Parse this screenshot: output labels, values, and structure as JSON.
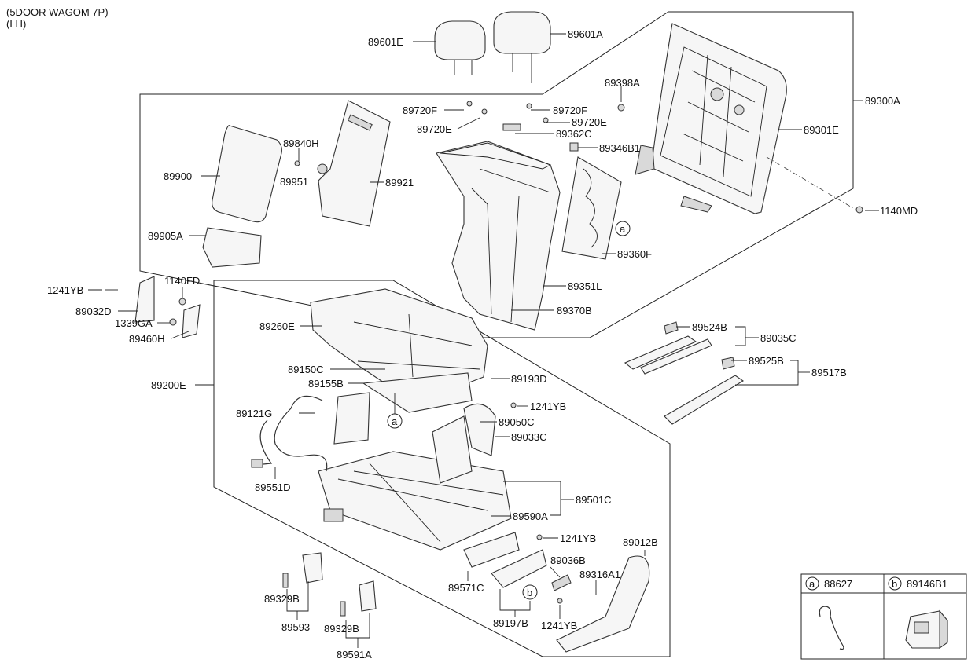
{
  "header": {
    "line1": "(5DOOR WAGOM 7P)",
    "line2": "(LH)"
  },
  "labels": {
    "p89601E": "89601E",
    "p89601A": "89601A",
    "p89398A": "89398A",
    "p89300A": "89300A",
    "p89720F_l": "89720F",
    "p89720F_r": "89720F",
    "p89720E_l": "89720E",
    "p89720E_r": "89720E",
    "p89362C": "89362C",
    "p89301E": "89301E",
    "p89840H": "89840H",
    "p89346B1": "89346B1",
    "p89900": "89900",
    "p89951": "89951",
    "p89921": "89921",
    "p1140MD": "1140MD",
    "p89905A": "89905A",
    "p89360F": "89360F",
    "p1241YB_a": "1241YB",
    "p1140FD": "1140FD",
    "p89351L": "89351L",
    "p89032D": "89032D",
    "p1339GA": "1339GA",
    "p89370B": "89370B",
    "p89460H": "89460H",
    "p89260E": "89260E",
    "p89524B": "89524B",
    "p89035C": "89035C",
    "p89525B": "89525B",
    "p89150C": "89150C",
    "p89517B": "89517B",
    "p89155B": "89155B",
    "p89193D": "89193D",
    "p89200E": "89200E",
    "p1241YB_b": "1241YB",
    "p89121G": "89121G",
    "p89050C": "89050C",
    "p89033C": "89033C",
    "p89551D": "89551D",
    "p89501C": "89501C",
    "p89590A": "89590A",
    "p1241YB_c": "1241YB",
    "p89012B": "89012B",
    "p89036B": "89036B",
    "p89571C": "89571C",
    "p89316A1": "89316A1",
    "p89329B_l": "89329B",
    "p89197B": "89197B",
    "p1241YB_d": "1241YB",
    "p89593": "89593",
    "p89329B_r": "89329B",
    "p89591A": "89591A"
  },
  "callouts": {
    "a": "a",
    "b": "b"
  },
  "legend": {
    "a_mark": "a",
    "a_part": "88627",
    "b_mark": "b",
    "b_part": "89146B1"
  }
}
